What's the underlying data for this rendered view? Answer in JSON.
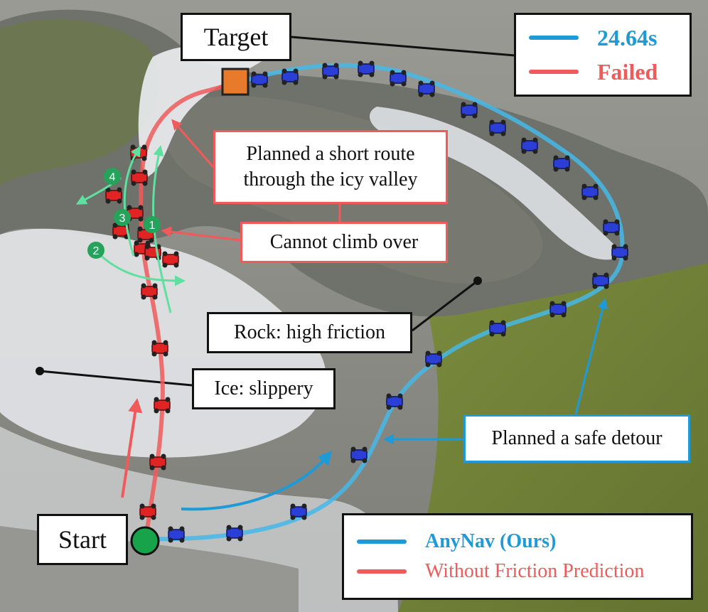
{
  "labels": {
    "target": "Target",
    "start": "Start",
    "short_route": [
      "Planned a short route",
      "through the icy valley"
    ],
    "cannot_climb": "Cannot climb over",
    "rock": "Rock: high friction",
    "ice": "Ice: slippery",
    "detour": "Planned a safe detour"
  },
  "result_legend": {
    "ours_time": "24.64s",
    "baseline_result": "Failed"
  },
  "method_legend": {
    "ours": "AnyNav (Ours)",
    "baseline": "Without Friction Prediction"
  },
  "attempts": [
    "1",
    "2",
    "3",
    "4"
  ],
  "colors": {
    "ours": "#1e9ad6",
    "baseline": "#f05a5a",
    "attempt_marker": "#25a35a",
    "start_marker": "#16a34a",
    "target_marker": "#e87a2c"
  }
}
